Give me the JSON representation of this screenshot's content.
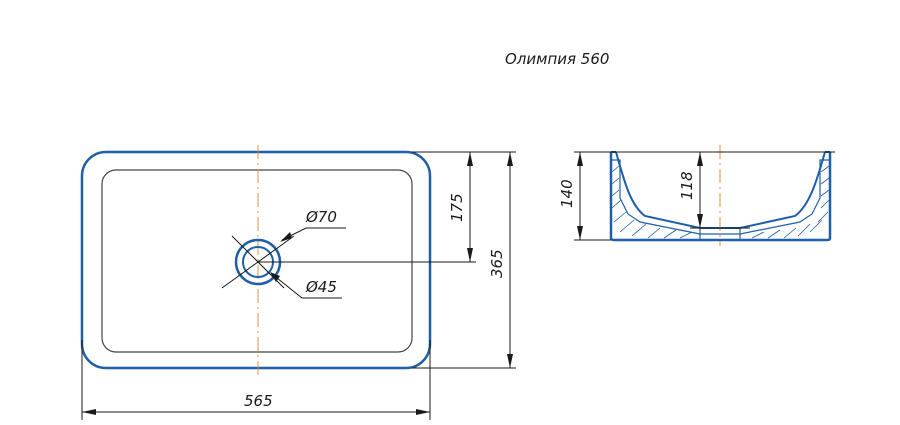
{
  "title": "Олимпия 560",
  "dimensions": {
    "width": "565",
    "depth": "365",
    "drain_offset": "175",
    "outer_drain_diameter": "Ø70",
    "inner_drain_diameter": "Ø45",
    "height": "140",
    "inner_depth": "118"
  },
  "colors": {
    "outline": "#1f5fa8",
    "centerline": "#d89a3c",
    "dimension_line": "#1a1a1a"
  }
}
